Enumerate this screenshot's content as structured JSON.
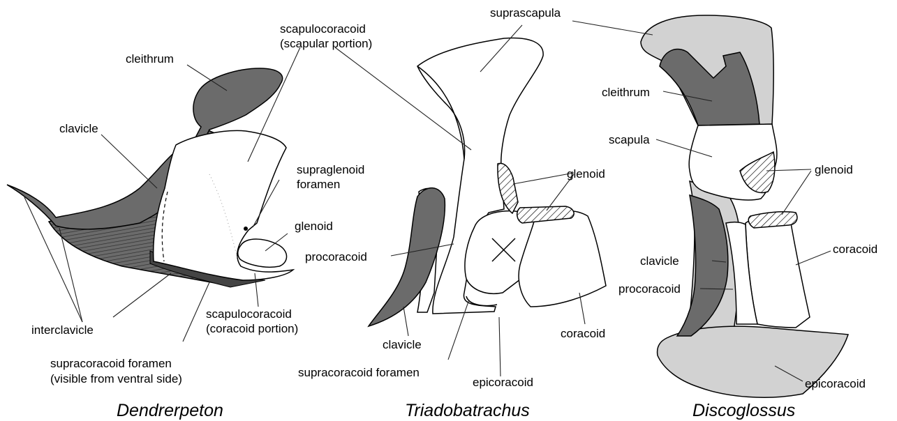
{
  "colors": {
    "dark_bone": "#6b6b6b",
    "light_bone": "#d2d2d2",
    "outline": "#000000",
    "background": "#ffffff"
  },
  "dendrerpeton": {
    "title": "Dendrerpeton",
    "labels": {
      "cleithrum": "cleithrum",
      "clavicle": "clavicle",
      "scap_scapular_1": "scapulocoracoid",
      "scap_scapular_2": "(scapular portion)",
      "supraglenoid_1": "supraglenoid",
      "supraglenoid_2": "foramen",
      "glenoid": "glenoid",
      "interclavicle": "interclavicle",
      "scap_coracoid_1": "scapulocoracoid",
      "scap_coracoid_2": "(coracoid portion)",
      "supracoracoid_1": "supracoracoid foramen",
      "supracoracoid_2": "(visible from ventral side)"
    }
  },
  "triadobatrachus": {
    "title": "Triadobatrachus",
    "labels": {
      "suprascapula": "suprascapula",
      "glenoid": "glenoid",
      "procoracoid": "procoracoid",
      "clavicle": "clavicle",
      "supracoracoid": "supracoracoid foramen",
      "epicoracoid": "epicoracoid",
      "coracoid": "coracoid"
    }
  },
  "discoglossus": {
    "title": "Discoglossus",
    "labels": {
      "cleithrum": "cleithrum",
      "scapula": "scapula",
      "glenoid": "glenoid",
      "coracoid": "coracoid",
      "clavicle": "clavicle",
      "procoracoid": "procoracoid",
      "epicoracoid": "epicoracoid"
    }
  }
}
